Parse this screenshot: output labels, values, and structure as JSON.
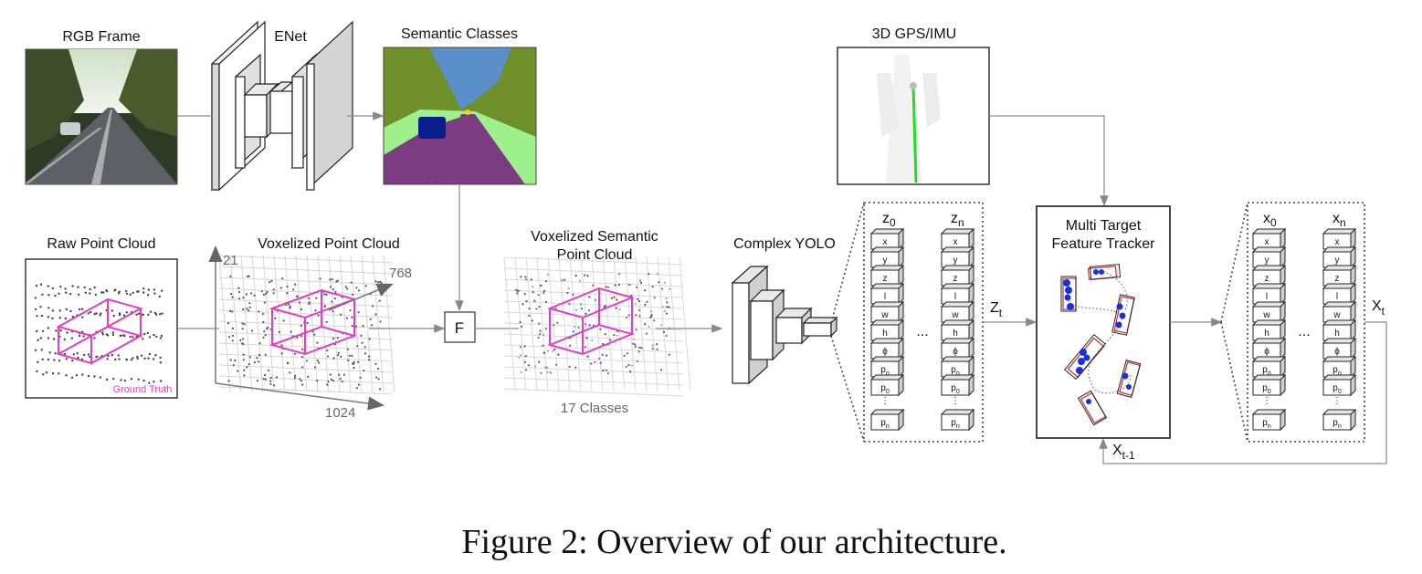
{
  "labels": {
    "rgb_frame": "RGB Frame",
    "enet": "ENet",
    "semantic_classes": "Semantic Classes",
    "gps_imu": "3D GPS/IMU",
    "raw_point_cloud": "Raw Point Cloud",
    "voxelized_point_cloud": "Voxelized Point Cloud",
    "voxelized_semantic_line1": "Voxelized Semantic",
    "voxelized_semantic_line2": "Point Cloud",
    "complex_yolo": "Complex YOLO",
    "tracker_line1": "Multi Target",
    "tracker_line2": "Feature Tracker",
    "fusion": "F",
    "ground_truth": "Ground Truth",
    "classes_count": "17 Classes",
    "axis_21": "21",
    "axis_768": "768",
    "axis_1024": "1024",
    "ellipsis": "...",
    "vdots": "⋮"
  },
  "vectors": {
    "z0": {
      "base": "z",
      "sub": "0"
    },
    "zn": {
      "base": "z",
      "sub": "n"
    },
    "x0": {
      "base": "x",
      "sub": "0"
    },
    "xn": {
      "base": "x",
      "sub": "n"
    },
    "Zt": {
      "base": "Z",
      "sub": "t"
    },
    "Xt": {
      "base": "X",
      "sub": "t"
    },
    "Xt1": {
      "base": "X",
      "sub": "t-1"
    }
  },
  "cell_labels": [
    "x",
    "y",
    "z",
    "l",
    "w",
    "h",
    "ϕ",
    "p",
    "p"
  ],
  "cell_subs": [
    "",
    "",
    "",
    "",
    "",
    "",
    "",
    "o",
    "0"
  ],
  "cell_last": {
    "base": "p",
    "sub": "n"
  },
  "caption": "Figure 2: Overview of our architecture.",
  "colors": {
    "ground_truth": "#e040c0",
    "semantic_sky": "#5b8fc9",
    "semantic_vegetation": "#6f8f2a",
    "semantic_road": "#7c3c82",
    "semantic_sidewalk": "#9ef08c",
    "semantic_car": "#0a1f8c",
    "gps_track": "#22dd22",
    "detections": "#1a2fe0"
  }
}
